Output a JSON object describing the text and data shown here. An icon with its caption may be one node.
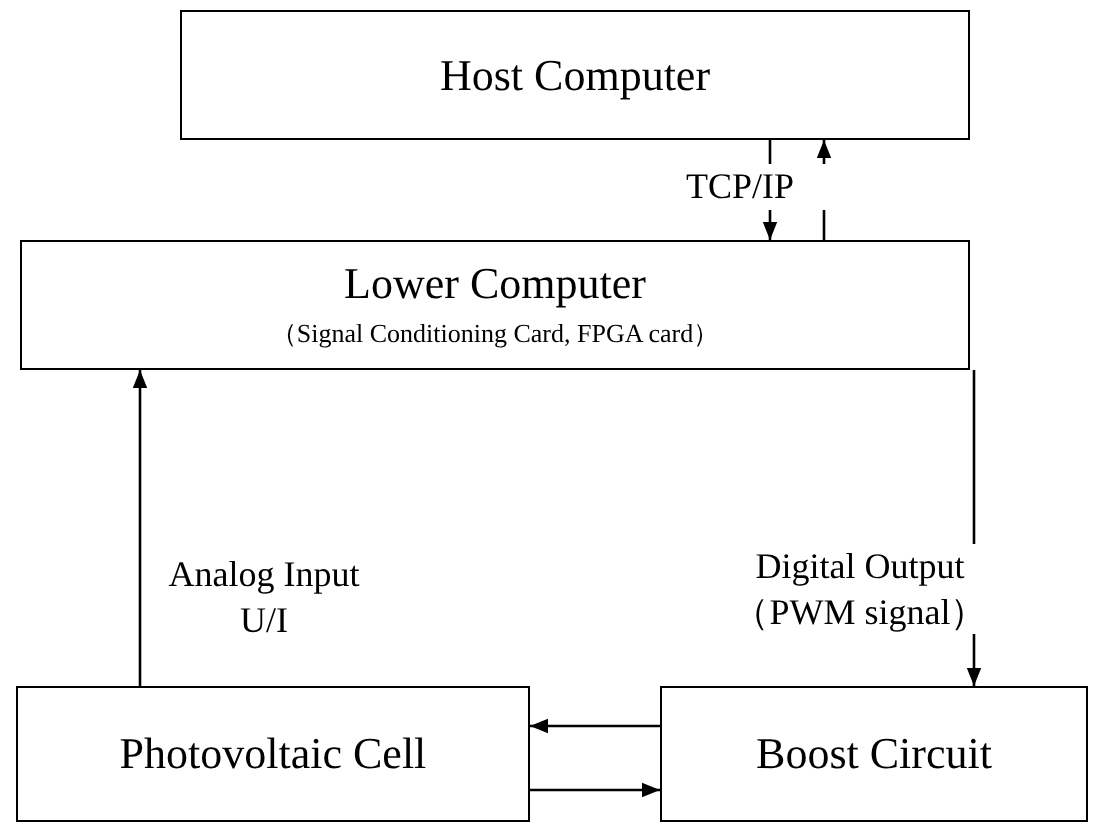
{
  "diagram": {
    "nodes": [
      {
        "text": [
          "Host Computer"
        ]
      },
      {
        "text": [
          "Lower Computer",
          "（Signal Conditioning Card, FPGA card）"
        ]
      },
      {
        "text": [
          "Photovoltaic Cell"
        ]
      },
      {
        "text": [
          "Boost Circuit"
        ]
      }
    ],
    "edges": [
      {
        "from": 0,
        "to": 1,
        "arrow": "to",
        "label": "TCP/IP"
      },
      {
        "from": 1,
        "to": 0,
        "arrow": "to"
      },
      {
        "from": 2,
        "to": 1,
        "arrow": "to",
        "label": "Analog Input U/I"
      },
      {
        "from": 1,
        "to": 3,
        "arrow": "to",
        "label": "Digital Output （PWM signal）"
      },
      {
        "from": 3,
        "to": 2,
        "arrow": "to"
      },
      {
        "from": 2,
        "to": 3,
        "arrow": "to"
      }
    ]
  }
}
